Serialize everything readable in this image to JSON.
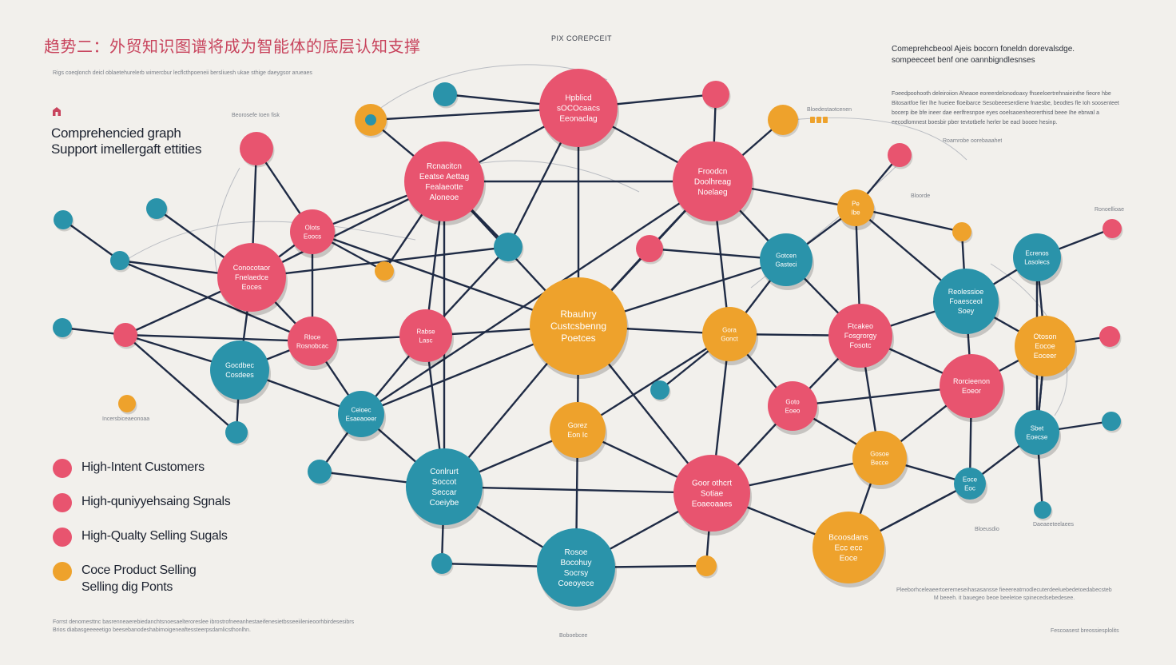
{
  "title": "趋势二：外贸知识图谱将成为智能体的底层认知支撑",
  "center_title": "PIX COREPCEIT",
  "subtitle_line": "Rigs coeqlonch deicl oblaetehurelerb wimercbur lecflcthpoeneii bersliuesh ukae sthige daeygsor arueaes",
  "left_heading": [
    "Comprehencied graph",
    "Support imellergaft ettities"
  ],
  "right_heading": [
    "Comeprehcbeool Ajeis bocorn foneldn dorevalsdge.",
    "sompeeceet benf one oannbigndlesnses"
  ],
  "right_paragraph": "Foeedpoohooth deleiroiion Aheaoe eoreerdelonodoaxy fhseeloertrehnaieinthe fieore hbe Bitosartfoe fier lhe hueiee floeibarce Sesobeeeserdiene fnaesbe, beodtes fle Ioh soosenteet bocerp ibe bfe ineer dae eerlfresnpoe eyes ooelsaoenheorerthisd beee Ihe ebrwal a eecodlomnest boesbir pber tevtotbefe herler be eacl booee hesinp.",
  "small_labels": {
    "label_a": "Beorosefe Ioen fisk",
    "label_b": "Bloedestaotcenen",
    "label_c": "Roarnrobe oorebaaahet",
    "label_d": "Bloorde",
    "label_e": "Ronoellioae",
    "label_f": "Incersbiceaeonoaa",
    "label_g": "Bloeusdio",
    "label_h": "Daeaeeteelaees",
    "label_i": "Boboebcee",
    "label_j": "Fescoasest breossiesplolits"
  },
  "bottom_left_text": [
    "Forrst denomesttnc basrenneaerebiedanchtsnoesaelteroreslee ibrostrofneeanhestaeifenesietbsseeiilenieoorhbirdesesibrs",
    "Brios diabasgeeeeetigo beesebanodeshabimoigeneaftessteerpsdamlicsthonlhn."
  ],
  "bottom_right_text": [
    "Pleeborhceleaeertoeremeseihasasansse fieeereatrnodlecuterdeeluebedetoedabecstebe",
    "M beeeh. it bauegeo beoe beeletoe spinecedsebedesee."
  ],
  "colors": {
    "pink": "#e8546f",
    "teal": "#2a93aa",
    "orange": "#eea22c",
    "line": "#1f2b45",
    "background": "#f2f0ec"
  },
  "legend": [
    {
      "label": [
        "High-Intent Customers"
      ],
      "color": "#e8546f"
    },
    {
      "label": [
        "High-quniyyehsaing Sgnals"
      ],
      "color": "#e8546f"
    },
    {
      "label": [
        "High-Qualty Selling Sugals"
      ],
      "color": "#e8546f"
    },
    {
      "label": [
        "Coce Product Selling",
        "Selling dig Ponts"
      ],
      "color": "#eea22c"
    }
  ],
  "nodes": [
    {
      "id": "n1",
      "color": "pink",
      "label": [
        "Hpblicd",
        "sOCOcaacs",
        "Eeonaclag"
      ]
    },
    {
      "id": "n2",
      "color": "pink",
      "label": [
        "Rcnacitcn",
        "Eeatse Aettag",
        "Fealaeotte",
        "Aloneoe"
      ]
    },
    {
      "id": "n3",
      "color": "pink",
      "label": [
        "Froodcn",
        "Doolhreag",
        "Noelaeg"
      ]
    },
    {
      "id": "n4",
      "color": "pink",
      "label": [
        "Olots",
        "Eoocs"
      ]
    },
    {
      "id": "n5",
      "color": "pink",
      "label": [
        "Conocotaor",
        "Fnelaedce",
        "Eoces"
      ]
    },
    {
      "id": "n6",
      "color": "pink",
      "label": [
        "Rloce",
        "Rosnobcac"
      ]
    },
    {
      "id": "n7",
      "color": "teal",
      "label": [
        "Gocdbec",
        "Cosdees"
      ]
    },
    {
      "id": "n8",
      "color": "pink",
      "label": [
        "Rabse",
        "Lasc"
      ]
    },
    {
      "id": "n9",
      "color": "orange",
      "label": [
        "Rbauhry",
        "Custcsbenng",
        "Poetces"
      ]
    },
    {
      "id": "n10",
      "color": "teal",
      "label": [
        "Gotcen",
        "Gasteci"
      ]
    },
    {
      "id": "n11",
      "color": "orange",
      "label": [
        "Gora",
        "Gonct"
      ]
    },
    {
      "id": "n12",
      "color": "pink",
      "label": [
        "Ftcakeo",
        "Fosgrorgy",
        "Fosotc"
      ]
    },
    {
      "id": "n13",
      "color": "teal",
      "label": [
        "Reolessioe",
        "Foaesceol",
        "Soey"
      ]
    },
    {
      "id": "n14",
      "color": "teal",
      "label": [
        "Ecrenos",
        "Lasolecs"
      ]
    },
    {
      "id": "n15",
      "color": "orange",
      "label": [
        "Otoson",
        "Eocoe",
        "Eoceer"
      ]
    },
    {
      "id": "n16",
      "color": "pink",
      "label": [
        "Rorcieenon",
        "Eoeor"
      ]
    },
    {
      "id": "n17",
      "color": "pink",
      "label": [
        "Goto",
        "Eoeo"
      ]
    },
    {
      "id": "n18",
      "color": "teal",
      "label": [
        "Ceioec",
        "Esaeaoeer"
      ]
    },
    {
      "id": "n19",
      "color": "orange",
      "label": [
        "Gorez",
        "Eon Ic"
      ]
    },
    {
      "id": "n20",
      "color": "teal",
      "label": [
        "Conlrurt",
        "Soccot",
        "Seccar",
        "Coeiybe"
      ]
    },
    {
      "id": "n21",
      "color": "pink",
      "label": [
        "Goor othcrt",
        "Sotiae",
        "Eoaeoaaes"
      ]
    },
    {
      "id": "n22",
      "color": "orange",
      "label": [
        "Gosoe",
        "Becce"
      ]
    },
    {
      "id": "n23",
      "color": "teal",
      "label": [
        "Sbet",
        "Eoecse"
      ]
    },
    {
      "id": "n24",
      "color": "teal",
      "label": [
        "Eoce",
        "Eoc"
      ]
    },
    {
      "id": "n25",
      "color": "teal",
      "label": [
        "Rosoe",
        "Bocohuy",
        "Socrsy",
        "Coeoyece"
      ]
    },
    {
      "id": "n26",
      "color": "orange",
      "label": [
        "Bcoosdans",
        "Ecc ecc",
        "Eoce"
      ]
    },
    {
      "id": "n27",
      "color": "orange",
      "label": [
        "Pe",
        "Ibe"
      ]
    }
  ]
}
